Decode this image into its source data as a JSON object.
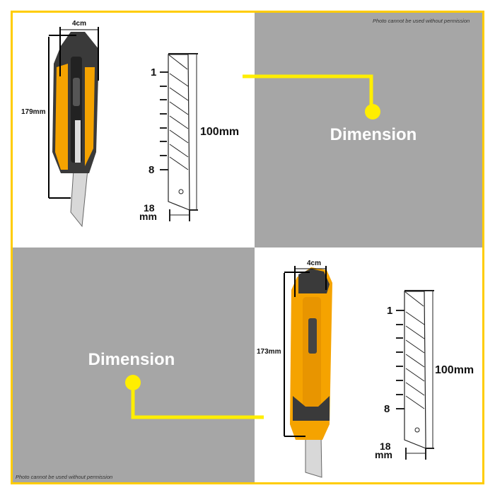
{
  "watermark": "Photo cannot be used without permission",
  "accent_color": "#ffee00",
  "border_color": "#ffcc00",
  "panels": [
    {
      "title": "Dimension",
      "knife": {
        "width": "4cm",
        "length": "179mm"
      },
      "blade": {
        "first": "1",
        "last": "8",
        "length": "100mm",
        "width_num": "18",
        "width_unit": "mm"
      }
    },
    {
      "title": "Dimension",
      "knife": {
        "width": "4cm",
        "length": "173mm"
      },
      "blade": {
        "first": "1",
        "last": "8",
        "length": "100mm",
        "width_num": "18",
        "width_unit": "mm"
      }
    }
  ]
}
